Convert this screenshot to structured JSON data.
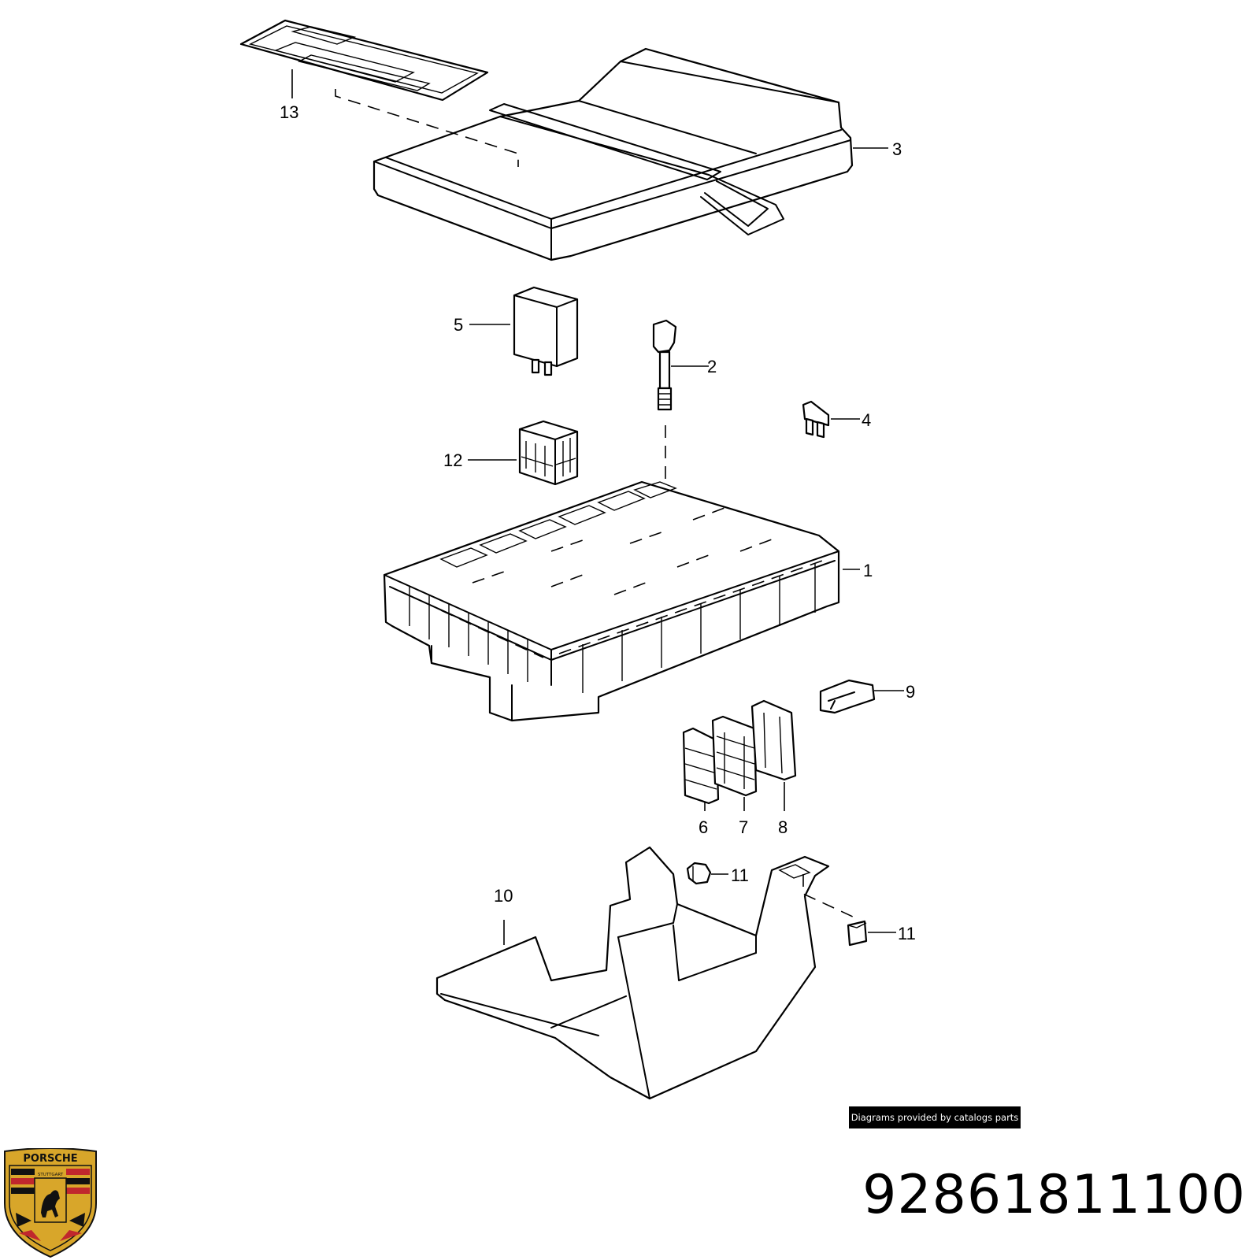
{
  "callouts": {
    "c1": "1",
    "c2": "2",
    "c3": "3",
    "c4": "4",
    "c5": "5",
    "c6": "6",
    "c7": "7",
    "c8": "8",
    "c9": "9",
    "c10": "10",
    "c11a": "11",
    "c11b": "11",
    "c12": "12",
    "c13": "13"
  },
  "credit": "Diagrams provided by catalogs parts",
  "part_number": "92861811100",
  "logo": {
    "wordmark": "PORSCHE",
    "city": "STUTTGART",
    "colors": {
      "gold": "#d8a62a",
      "red": "#c0272d",
      "black": "#111111"
    }
  }
}
